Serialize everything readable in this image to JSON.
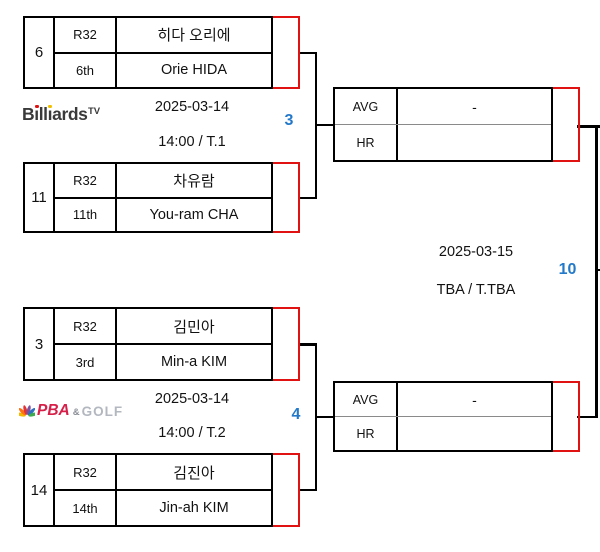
{
  "colors": {
    "accent_red": "#e01212",
    "accent_blue": "#2379c9",
    "line_black": "#000000"
  },
  "bracket": {
    "matches": [
      {
        "seed": "6",
        "round": "R32",
        "player_kr": "히다 오리에",
        "rank": "6th",
        "player_en": "Orie HIDA"
      },
      {
        "seed": "11",
        "round": "R32",
        "player_kr": "차유람",
        "rank": "11th",
        "player_en": "You-ram CHA"
      },
      {
        "seed": "3",
        "round": "R32",
        "player_kr": "김민아",
        "rank": "3rd",
        "player_en": "Min-a KIM"
      },
      {
        "seed": "14",
        "round": "R32",
        "player_kr": "김진아",
        "rank": "14th",
        "player_en": "Jin-ah KIM"
      }
    ],
    "stats_cards": [
      {
        "avg_label": "AVG",
        "avg_value": "-",
        "hr_label": "HR",
        "hr_value": ""
      },
      {
        "avg_label": "AVG",
        "avg_value": "-",
        "hr_label": "HR",
        "hr_value": ""
      }
    ],
    "schedules": [
      {
        "date": "2025-03-14",
        "time": "14:00 / T.1",
        "table_no": "3"
      },
      {
        "date": "2025-03-15",
        "time": "TBA / T.TBA",
        "table_no": "10"
      },
      {
        "date": "2025-03-14",
        "time": "14:00 / T.2",
        "table_no": "4"
      }
    ],
    "broadcasters": {
      "billiards_tv": {
        "p1": "B",
        "i1": "ı",
        "p2": "ll",
        "i2": "ı",
        "p3": "ards",
        "sup": "TV"
      },
      "pba_golf": {
        "pba": "PBA",
        "amp": "&",
        "golf": "GOLF"
      }
    }
  }
}
